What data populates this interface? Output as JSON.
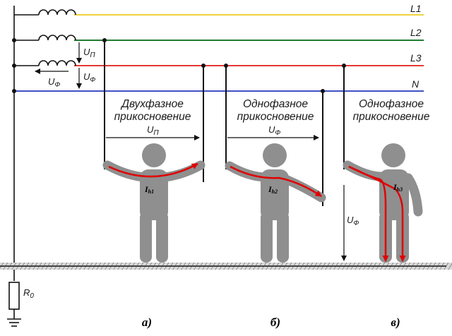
{
  "colors": {
    "L1": "#f0d23c",
    "L2": "#1e7d32",
    "L3": "#e53935",
    "N": "#3f51c6",
    "wire": "#111111",
    "person": "#8f8f8f",
    "current": "#e00000",
    "ground": "#444444"
  },
  "lines": {
    "L1": "L1",
    "L2": "L2",
    "L3": "L3",
    "N": "N"
  },
  "voltages": {
    "line_main": "U",
    "line_sub": "П",
    "phase_main": "U",
    "phase_sub": "Ф"
  },
  "resistor": {
    "main": "R",
    "sub": "0"
  },
  "scenarios": [
    {
      "title_1": "Двухфазное",
      "title_2": "прикосновение",
      "u_main": "U",
      "u_sub": "П",
      "i_main": "I",
      "i_sub": "h1",
      "caption": "а)"
    },
    {
      "title_1": "Однофазное",
      "title_2": "прикосновение",
      "u_main": "U",
      "u_sub": "Ф",
      "i_main": "I",
      "i_sub": "h2",
      "caption": "б)"
    },
    {
      "title_1": "Однофазное",
      "title_2": "прикосновение",
      "u_main": "U",
      "u_sub": "Ф",
      "i_main": "I",
      "i_sub": "h3",
      "caption": "в)"
    }
  ]
}
